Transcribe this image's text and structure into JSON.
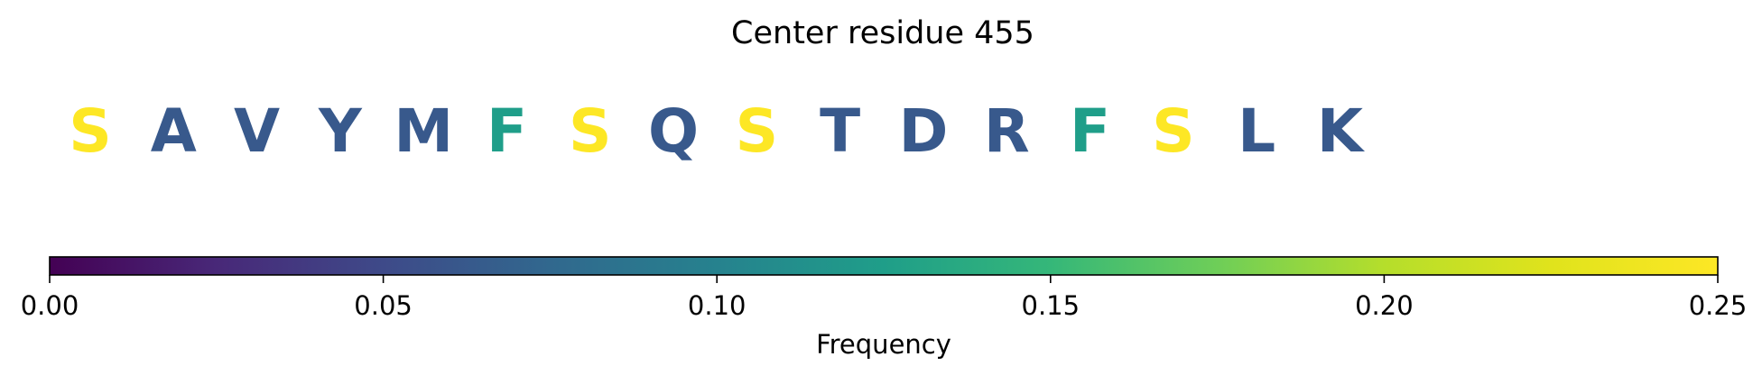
{
  "chart_data": {
    "type": "sequence-logo-colorbar",
    "title": "Center residue 455",
    "residues": [
      {
        "letter": "S",
        "frequency": 0.25
      },
      {
        "letter": "A",
        "frequency": 0.0625
      },
      {
        "letter": "V",
        "frequency": 0.0625
      },
      {
        "letter": "Y",
        "frequency": 0.0625
      },
      {
        "letter": "M",
        "frequency": 0.0625
      },
      {
        "letter": "F",
        "frequency": 0.125
      },
      {
        "letter": "S",
        "frequency": 0.25
      },
      {
        "letter": "Q",
        "frequency": 0.0625
      },
      {
        "letter": "S",
        "frequency": 0.25
      },
      {
        "letter": "T",
        "frequency": 0.0625
      },
      {
        "letter": "D",
        "frequency": 0.0625
      },
      {
        "letter": "R",
        "frequency": 0.0625
      },
      {
        "letter": "F",
        "frequency": 0.125
      },
      {
        "letter": "S",
        "frequency": 0.25
      },
      {
        "letter": "L",
        "frequency": 0.0625
      },
      {
        "letter": "K",
        "frequency": 0.0625
      }
    ],
    "colorbar": {
      "colormap": "viridis",
      "range": [
        0.0,
        0.25
      ],
      "ticks": [
        0.0,
        0.05,
        0.1,
        0.15,
        0.2,
        0.25
      ],
      "tick_labels": [
        "0.00",
        "0.05",
        "0.10",
        "0.15",
        "0.20",
        "0.25"
      ],
      "label": "Frequency"
    }
  }
}
